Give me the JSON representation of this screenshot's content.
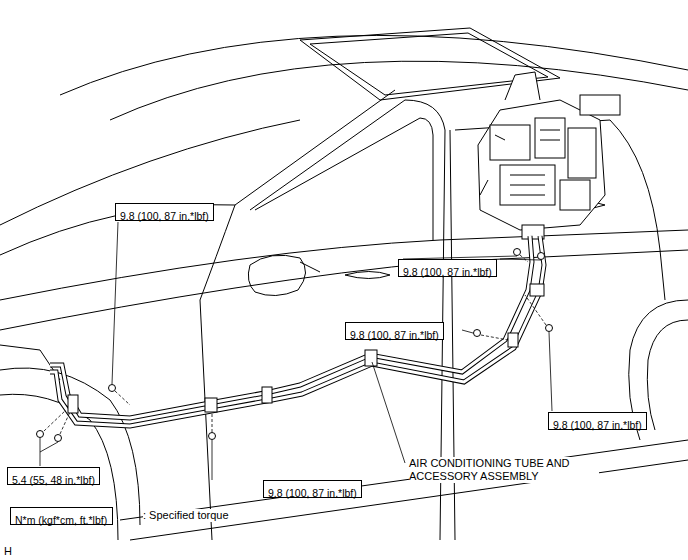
{
  "diagram": {
    "nodes": [
      {
        "text": [
          "9.8 (100, 87 in.*lbf)"
        ]
      },
      {
        "text": [
          "9.8 (100, 87 in.*lbf)"
        ]
      },
      {
        "text": [
          "9.8 (100, 87 in.*lbf)"
        ]
      },
      {
        "text": [
          "9.8 (100, 87 in.*lbf)"
        ]
      },
      {
        "text": [
          "5.4 (55, 48 in.*lbf)"
        ]
      },
      {
        "text": [
          "9.8 (100, 87 in.*lbf)"
        ]
      },
      {
        "text": [
          "N*m (kgf*cm, ft.*lbf)"
        ]
      }
    ],
    "labels": [
      "AIR CONDITIONING TUBE AND ACCESSORY ASSEMBLY",
      ": Specified torque",
      "H"
    ]
  }
}
